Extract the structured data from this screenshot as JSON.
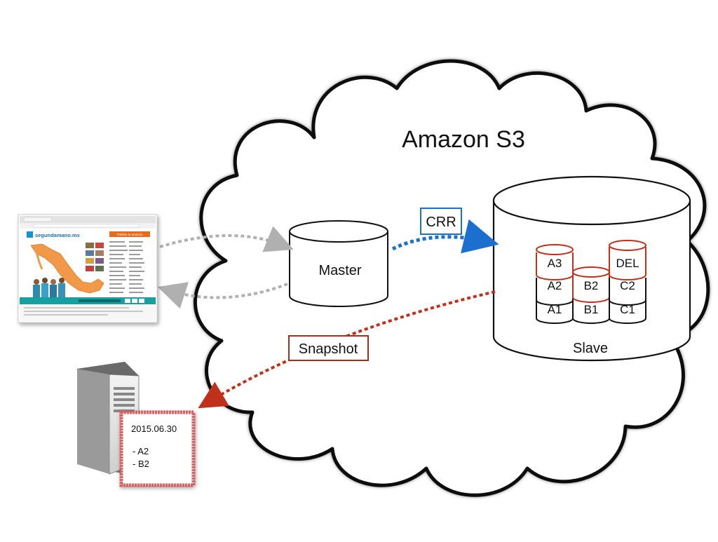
{
  "cloud": {
    "title": "Amazon S3"
  },
  "master": {
    "label": "Master"
  },
  "slave": {
    "label": "Slave",
    "stacks": [
      {
        "name": "A",
        "items": [
          "A3",
          "A2",
          "A1"
        ]
      },
      {
        "name": "B",
        "items": [
          "B2",
          "B1"
        ]
      },
      {
        "name": "C",
        "items": [
          "DEL",
          "C2",
          "C1"
        ]
      }
    ]
  },
  "arrows": {
    "crr_label": "CRR",
    "snapshot_label": "Snapshot"
  },
  "website": {
    "logo_text": "segundamano.mx",
    "banner_text": "Publica tu anuncio"
  },
  "snapshot_note": {
    "date": "2015.06.30",
    "items": [
      "- A2",
      "- B2"
    ]
  },
  "colors": {
    "crr_blue": "#1a6fcf",
    "snapshot_red": "#c0301a",
    "grey_arrow": "#b0b0b0",
    "note_border": "#e06060"
  }
}
